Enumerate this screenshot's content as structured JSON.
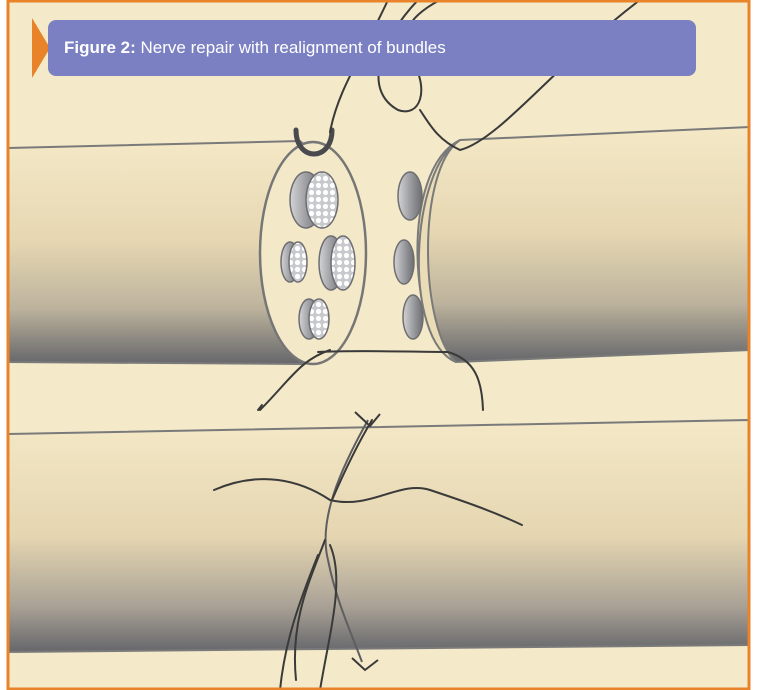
{
  "figure": {
    "label": "Figure 2:",
    "caption": "Nerve repair with realignment of bundles"
  },
  "colors": {
    "frame": "#e8832a",
    "background": "#f4e9c8",
    "nerve_light": "#f2e6c4",
    "nerve_dark": "#66676b",
    "title_bar": "#7b80c2",
    "suture": "#3a3a3a"
  },
  "illustration": {
    "top_panel": "nerve-ends-with-fascicles-before-repair",
    "bottom_panel": "repaired-nerve-with-sutures"
  }
}
